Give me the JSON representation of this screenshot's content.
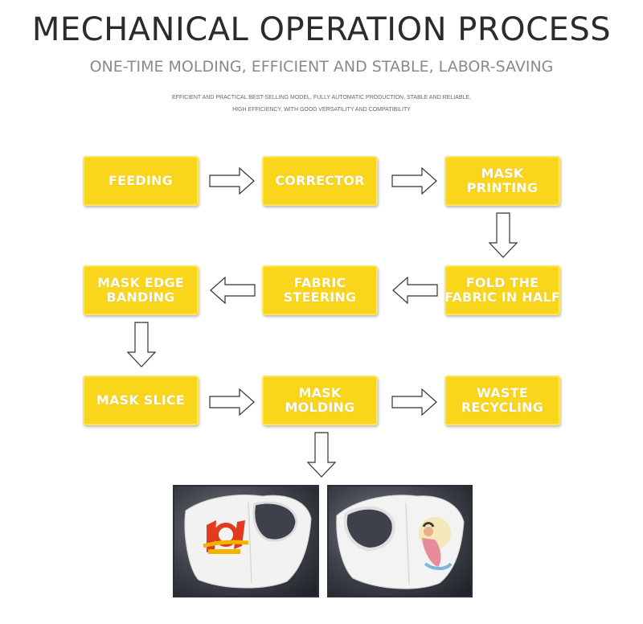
{
  "header": {
    "title": "MECHANICAL OPERATION PROCESS",
    "subtitle": "ONE-TIME MOLDING, EFFICIENT AND STABLE, LABOR-SAVING",
    "blurb_line1": "EFFICIENT AND PRACTICAL BEST-SELLING MODEL, FULLY AUTOMATIC PRODUCTION, STABLE AND RELIABLE,",
    "blurb_line2": "HIGH EFFICIENCY, WITH GOOD VERSATILITY AND COMPATIBILITY"
  },
  "steps": [
    {
      "label": "FEEDING"
    },
    {
      "label": "CORRECTOR"
    },
    {
      "label": "MASK\nPRINTING"
    },
    {
      "label": "FOLD THE\nFABRIC IN HALF"
    },
    {
      "label": "FABRIC\nSTEERING"
    },
    {
      "label": "MASK EDGE\nBANDING"
    },
    {
      "label": "MASK SLICE"
    },
    {
      "label": "MASK\nMOLDING"
    },
    {
      "label": "WASTE\nRECYCLING"
    }
  ],
  "colors": {
    "box_fill": "#f9d51b",
    "box_text": "#ffffff",
    "title": "#2b2b2b",
    "subtitle": "#8a8a8a",
    "arrow_stroke": "#333333"
  },
  "icons": {
    "flow_arrow": "hollow-block-arrow-icon"
  }
}
